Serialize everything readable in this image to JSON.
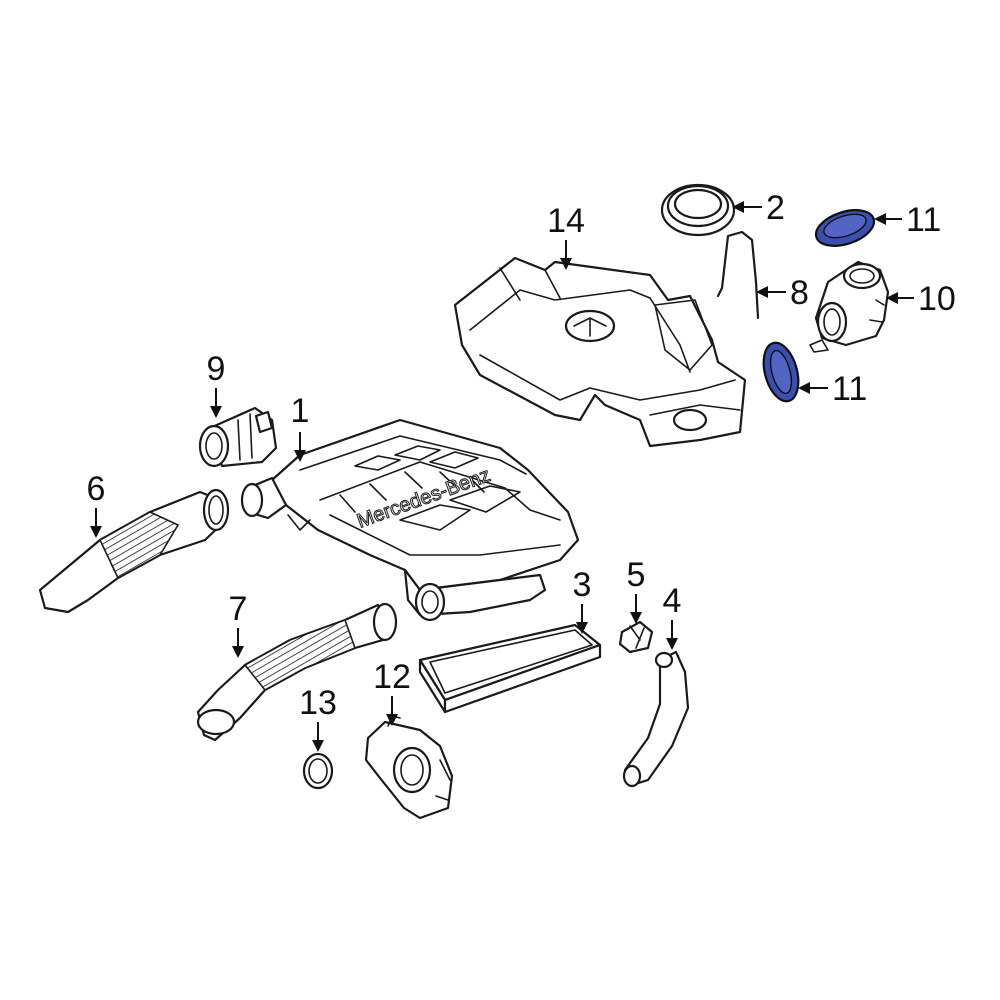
{
  "diagram": {
    "brand_text": "Mercedes-Benz",
    "highlight_color": "#3a4fb0",
    "callouts": [
      {
        "id": "c1",
        "label": "1"
      },
      {
        "id": "c2",
        "label": "2"
      },
      {
        "id": "c3",
        "label": "3"
      },
      {
        "id": "c4",
        "label": "4"
      },
      {
        "id": "c5",
        "label": "5"
      },
      {
        "id": "c6",
        "label": "6"
      },
      {
        "id": "c7",
        "label": "7"
      },
      {
        "id": "c8",
        "label": "8"
      },
      {
        "id": "c9",
        "label": "9"
      },
      {
        "id": "c10",
        "label": "10"
      },
      {
        "id": "c11a",
        "label": "11"
      },
      {
        "id": "c11b",
        "label": "11"
      },
      {
        "id": "c12",
        "label": "12"
      },
      {
        "id": "c13",
        "label": "13"
      },
      {
        "id": "c14",
        "label": "14"
      }
    ]
  }
}
